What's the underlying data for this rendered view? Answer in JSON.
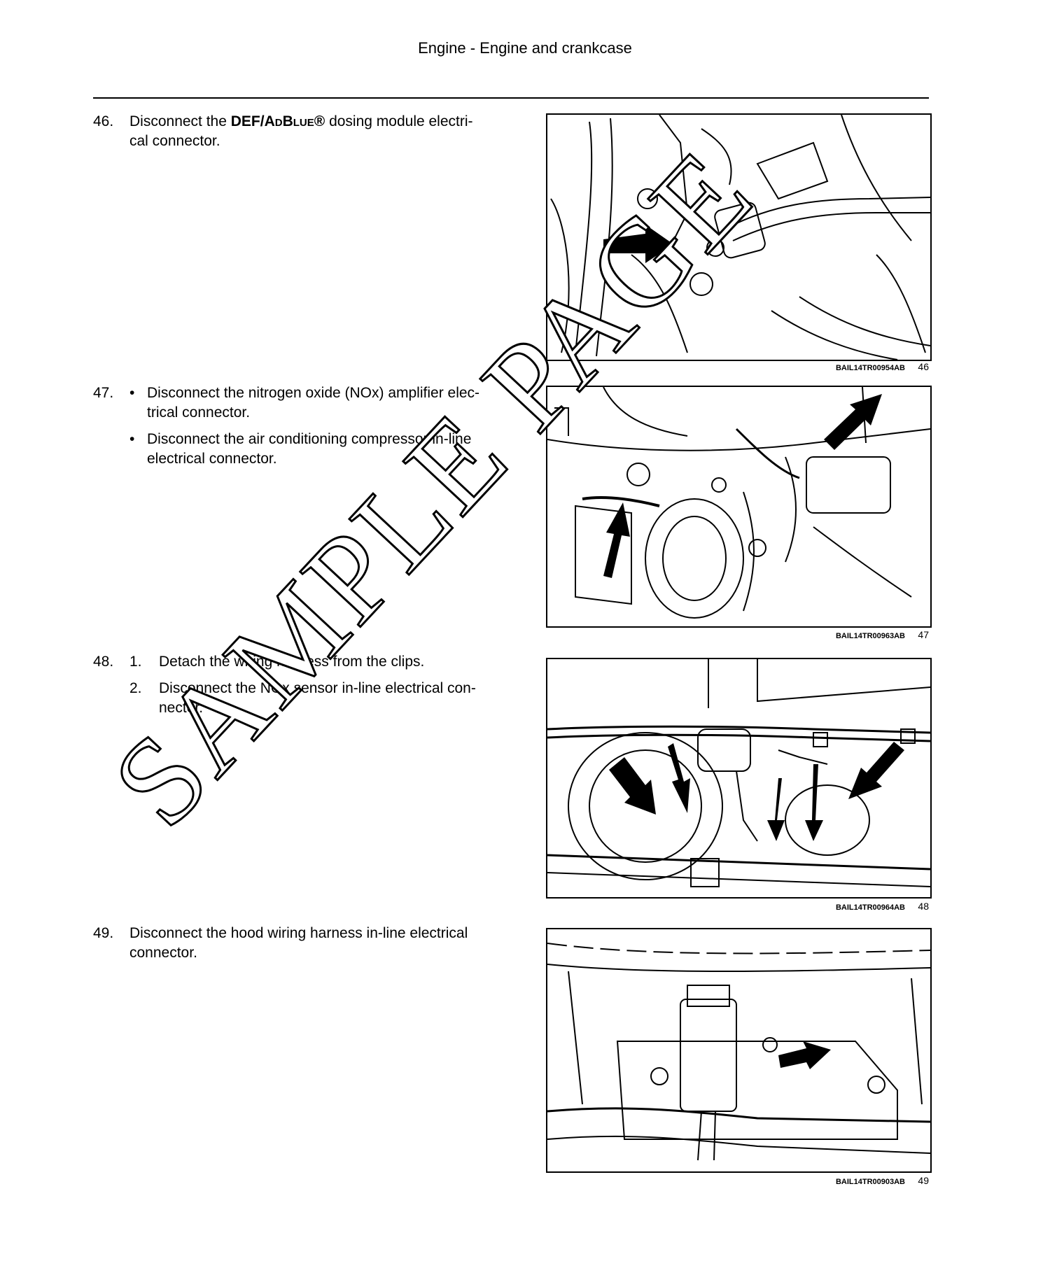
{
  "header": {
    "title": "Engine - Engine and crankcase"
  },
  "steps": [
    {
      "number": "46.",
      "prefix": "Disconnect the ",
      "emph": "DEF/AdBlue®",
      "suffix": " dosing module electri-\ncal connector.",
      "figure": {
        "code": "BAIL14TR00954AB",
        "number": "46"
      }
    },
    {
      "number": "47.",
      "bullets": [
        "Disconnect the nitrogen oxide (NOx) amplifier elec-\ntrical connector.",
        "Disconnect the air conditioning compressor in-line\nelectrical connector."
      ],
      "figure": {
        "code": "BAIL14TR00963AB",
        "number": "47"
      }
    },
    {
      "number": "48.",
      "items": [
        {
          "n": "1.",
          "text": "Detach the wiring harness from the clips."
        },
        {
          "n": "2.",
          "text": "Disconnect the NOx sensor in-line electrical con-\nnector."
        }
      ],
      "figure": {
        "code": "BAIL14TR00964AB",
        "number": "48"
      }
    },
    {
      "number": "49.",
      "text": "Disconnect the hood wiring harness in-line electrical\nconnector.",
      "figure": {
        "code": "BAIL14TR00903AB",
        "number": "49"
      }
    }
  ],
  "watermark": "SAMPLE PAGE"
}
